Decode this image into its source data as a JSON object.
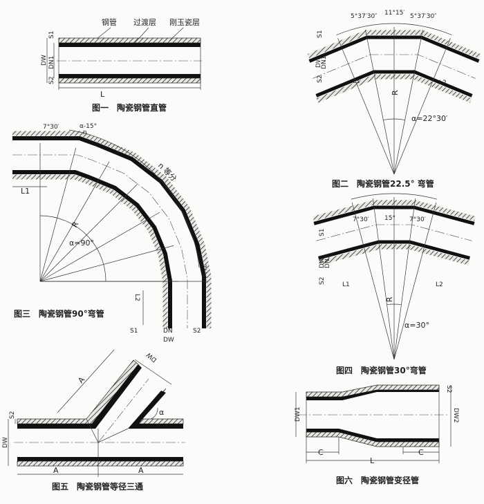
{
  "fig1": {
    "caption": "图一　陶瓷钢管直管",
    "label_steel": "钢管",
    "label_transition": "过渡层",
    "label_corundum": "刚玉瓷层",
    "s1": "S1",
    "s2": "S2",
    "dw": "DW",
    "dn": "DN1",
    "l": "L"
  },
  "fig2": {
    "caption": "图二　陶瓷钢管22.5° 弯管",
    "angle_left": "5°37′30″",
    "angle_mid": "11°15′",
    "angle_right": "5°37′30″",
    "alpha": "α=22°30′",
    "r": "R",
    "s1": "S1",
    "s2": "S2",
    "dw": "DW",
    "dn": "DN1",
    "l1": "L1",
    "l2": "L2"
  },
  "fig3": {
    "caption": "图三　陶瓷钢管90°弯管",
    "angle_start": "7°30′",
    "segment": "α-15°",
    "segment_den": "n",
    "n_parts": "n 等分",
    "alpha": "α=90°",
    "r": "R",
    "angle_end": "7°30′",
    "l1": "L1",
    "l2": "L2",
    "s1": "S1",
    "s2": "S2",
    "dn": "DN",
    "dw": "DW"
  },
  "fig4": {
    "caption": "图四　陶瓷钢管30°弯管",
    "angle_left": "7°30′",
    "angle_mid": "15°",
    "angle_right": "7°30′",
    "alpha": "α=30°",
    "r": "R",
    "s1": "S1",
    "s2": "S2",
    "dw": "DW",
    "dn": "DN1",
    "l1": "L1",
    "l2": "L2"
  },
  "fig5": {
    "caption": "图五　陶瓷钢管等径三通",
    "a": "A",
    "alpha": "α",
    "s2": "S2",
    "dw": "DW"
  },
  "fig6": {
    "caption": "图六　陶瓷钢管变径管",
    "dw1": "DW1",
    "dw2": "DW2",
    "s2": "S2",
    "c": "C",
    "l": "L"
  }
}
